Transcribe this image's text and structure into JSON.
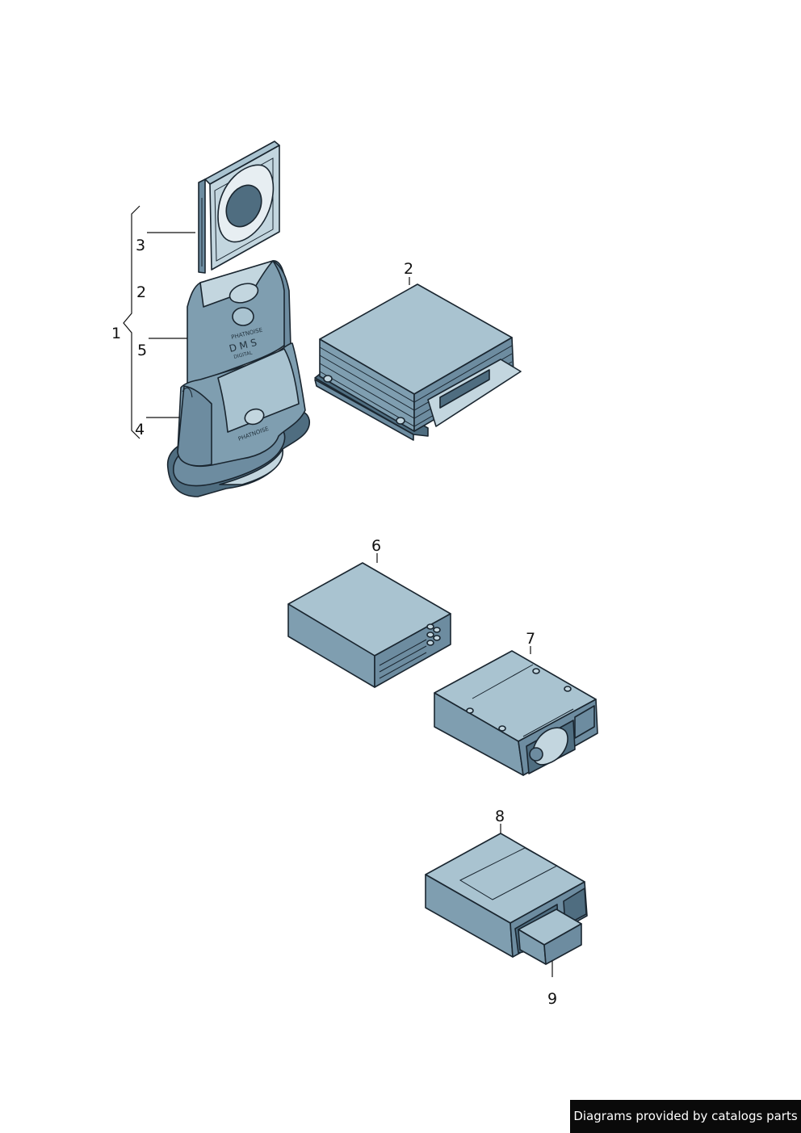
{
  "callouts": {
    "c1": "1",
    "c2a": "2",
    "c3": "3",
    "c5": "5",
    "c4": "4",
    "c2b": "2",
    "c6": "6",
    "c7": "7",
    "c8": "8",
    "c9": "9"
  },
  "print": {
    "brand_top": "PHATNOISE",
    "product": "D M S",
    "product_sub": "DIGITAL",
    "brand_bottom": "PHATNOISE"
  },
  "credit": "Diagrams provided by catalogs parts",
  "colors": {
    "part_fill": "#8fb0c2",
    "outline": "#1a2630",
    "credit_bg": "#0a0a0a",
    "credit_text": "#ffffff"
  }
}
